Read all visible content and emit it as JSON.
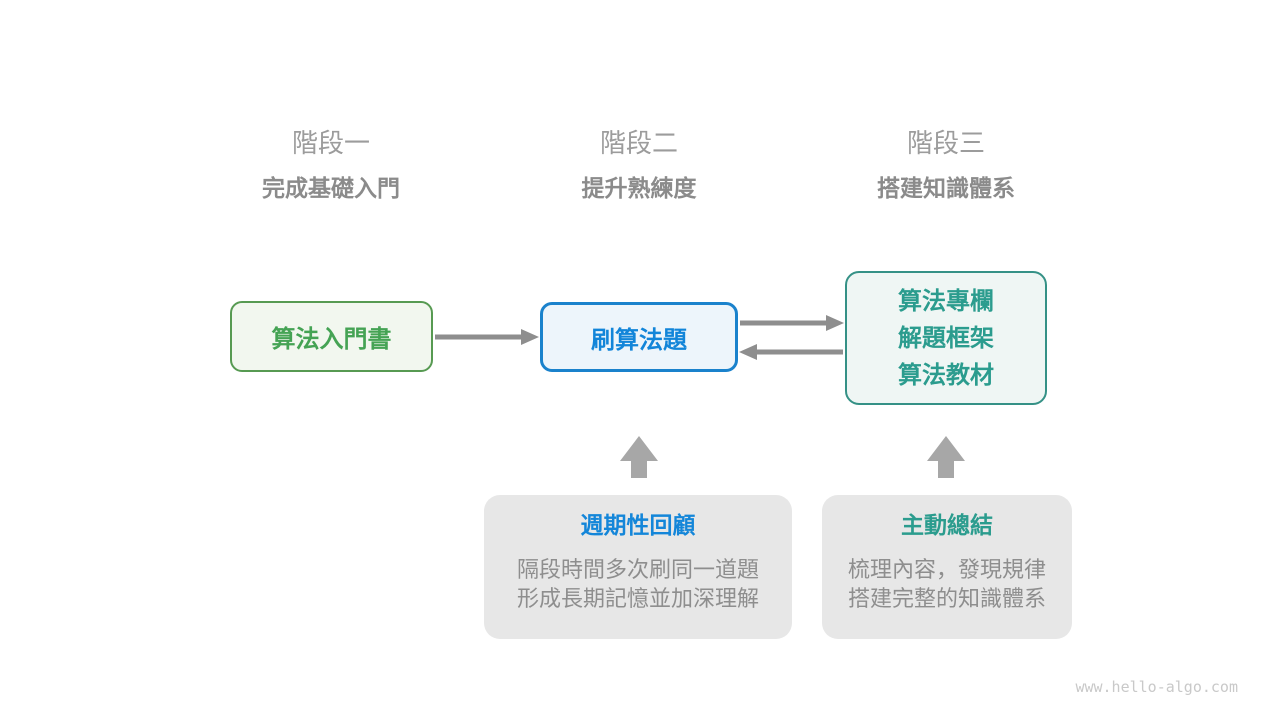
{
  "page": {
    "background": "#ffffff",
    "watermark": "www.hello-algo.com"
  },
  "stages": [
    {
      "label": "階段一",
      "subtitle": "完成基礎入門"
    },
    {
      "label": "階段二",
      "subtitle": "提升熟練度"
    },
    {
      "label": "階段三",
      "subtitle": "搭建知識體系"
    }
  ],
  "nodes": {
    "book": {
      "label": "算法入門書",
      "border_color": "#579a52",
      "bg_color": "#f2f7ef",
      "text_color": "#45a354"
    },
    "practice": {
      "label": "刷算法題",
      "border_color": "#1a82cc",
      "bg_color": "#edf5fb",
      "text_color": "#1285d9"
    },
    "advanced": {
      "lines": [
        "算法專欄",
        "解題框架",
        "算法教材"
      ],
      "border_color": "#359186",
      "bg_color": "#eff6f4",
      "text_color": "#2b9c8e"
    }
  },
  "notes": [
    {
      "title": "週期性回顧",
      "title_color": "#1486d9",
      "lines": [
        "隔段時間多次刷同一道題",
        "形成長期記憶並加深理解"
      ]
    },
    {
      "title": "主動總結",
      "title_color": "#2b9c8e",
      "lines": [
        "梳理內容，發現規律",
        "搭建完整的知識體系"
      ]
    }
  ],
  "arrows": {
    "book_to_practice": "right-arrow",
    "practice_to_advanced": "right-arrow",
    "advanced_to_practice": "left-arrow",
    "review_to_practice": "up-block-arrow",
    "summary_to_advanced": "up-block-arrow",
    "thin_color": "#8e8e8e",
    "block_color": "#a7a7a7"
  }
}
